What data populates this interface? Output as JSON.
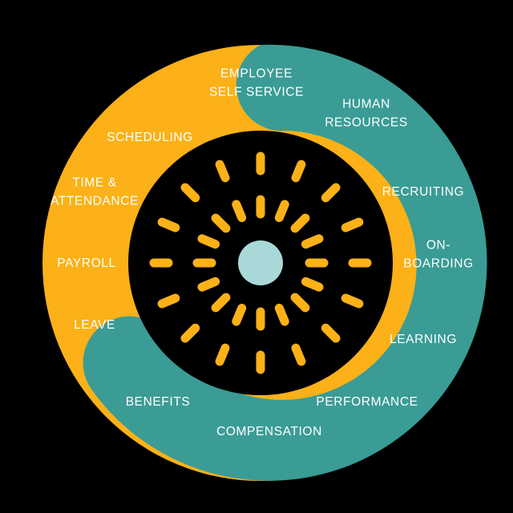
{
  "colors": {
    "background": "#000000",
    "orange": "#fbb117",
    "teal": "#3a9c95",
    "inner_disc": "#000000",
    "center_dot": "#a9d8d8",
    "ray": "#fbb117",
    "label": "#ffffff"
  },
  "orange_labels": [
    {
      "key": "scheduling",
      "lines": [
        "SCHEDULING"
      ]
    },
    {
      "key": "time-attendance",
      "lines": [
        "TIME &",
        "ATTENDANCE"
      ]
    },
    {
      "key": "payroll",
      "lines": [
        "PAYROLL"
      ]
    },
    {
      "key": "leave",
      "lines": [
        "LEAVE"
      ]
    }
  ],
  "teal_labels": [
    {
      "key": "employee-self-service",
      "lines": [
        "EMPLOYEE",
        "SELF SERVICE"
      ]
    },
    {
      "key": "human-resources",
      "lines": [
        "HUMAN",
        "RESOURCES"
      ]
    },
    {
      "key": "recruiting",
      "lines": [
        "RECRUITING"
      ]
    },
    {
      "key": "onboarding",
      "lines": [
        "ON-",
        "BOARDING"
      ]
    },
    {
      "key": "learning",
      "lines": [
        "LEARNING"
      ]
    },
    {
      "key": "performance",
      "lines": [
        "PERFORMANCE"
      ]
    },
    {
      "key": "compensation",
      "lines": [
        "COMPENSATION"
      ]
    },
    {
      "key": "benefits",
      "lines": [
        "BENEFITS"
      ]
    }
  ],
  "sunburst": {
    "spokes": 16,
    "rings": 2
  }
}
